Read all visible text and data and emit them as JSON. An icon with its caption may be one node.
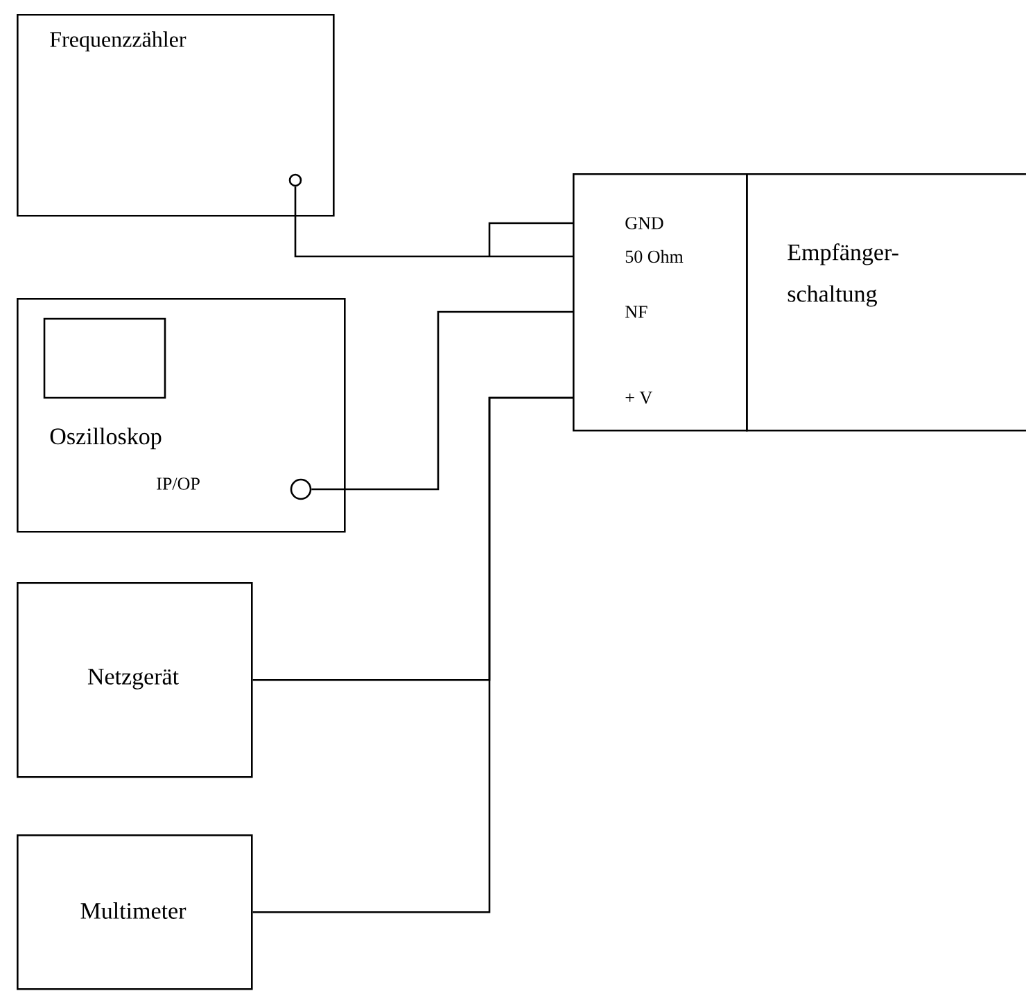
{
  "diagram": {
    "nodes": [
      {
        "text": [
          "Frequenzzähler"
        ]
      },
      {
        "text": [],
        "shape": "circle",
        "in": 0
      },
      {
        "text": [],
        "shape": "box"
      },
      {
        "text": [
          "GND"
        ],
        "in": 2
      },
      {
        "text": [
          "50 Ohm"
        ],
        "in": 2
      },
      {
        "text": [
          "NF"
        ],
        "in": 2
      },
      {
        "text": [
          "+ V"
        ],
        "in": 2
      },
      {
        "text": [
          "Empfänger-schaltung"
        ]
      },
      {
        "text": [
          "Oszilloskop",
          "IP/OP"
        ]
      },
      {
        "text": [],
        "shape": "circle",
        "in": 8
      },
      {
        "text": [
          "Netzgerät"
        ]
      },
      {
        "text": [
          "Multimeter"
        ]
      }
    ],
    "edges": [
      {
        "from": 1,
        "to": 4,
        "arrow": "none"
      },
      {
        "from": 1,
        "to": 3,
        "arrow": "none"
      },
      {
        "from": 9,
        "to": 5,
        "arrow": "none"
      },
      {
        "from": 10,
        "to": 6,
        "arrow": "none"
      },
      {
        "from": 11,
        "to": 6,
        "arrow": "none"
      }
    ]
  }
}
